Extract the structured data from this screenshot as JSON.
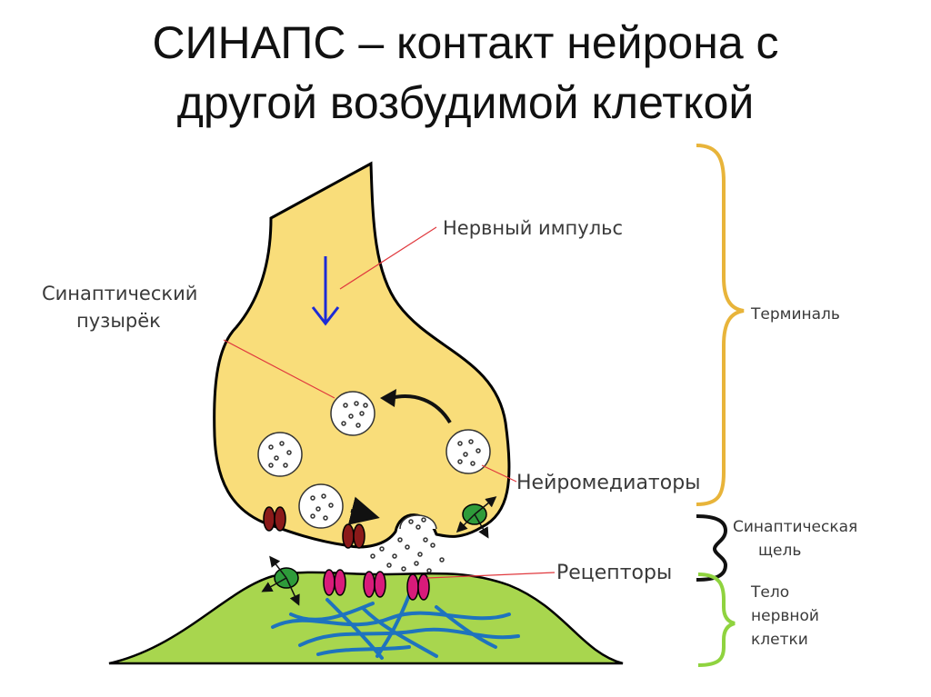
{
  "title": {
    "line1": "СИНАПС – контакт нейрона с",
    "line2": "другой возбудимой клеткой"
  },
  "labels": {
    "impulse": "Нервный импульс",
    "vesicle_line1": "Синаптический",
    "vesicle_line2": "пузырёк",
    "neurotransmitters": "Нейромедиаторы",
    "receptors": "Рецепторы",
    "terminal": "Терминаль",
    "cleft_line1": "Синаптическая",
    "cleft_line2": "щель",
    "body_line1": "Тело",
    "body_line2": "нервной",
    "body_line3": "клетки"
  },
  "colors": {
    "terminal_fill": "#f9dd7a",
    "cell_body_fill": "#a8d64e",
    "impulse_arrow": "#1d2bd6",
    "pointer_line": "#e0393e",
    "terminal_brace": "#e8b43a",
    "cleft_brace": "#111111",
    "body_brace": "#8fd33f",
    "receptor": "#d81b7a",
    "channel": "#8b1a1a",
    "transporter": "#2e9b3a",
    "fibers": "#1e73be"
  }
}
